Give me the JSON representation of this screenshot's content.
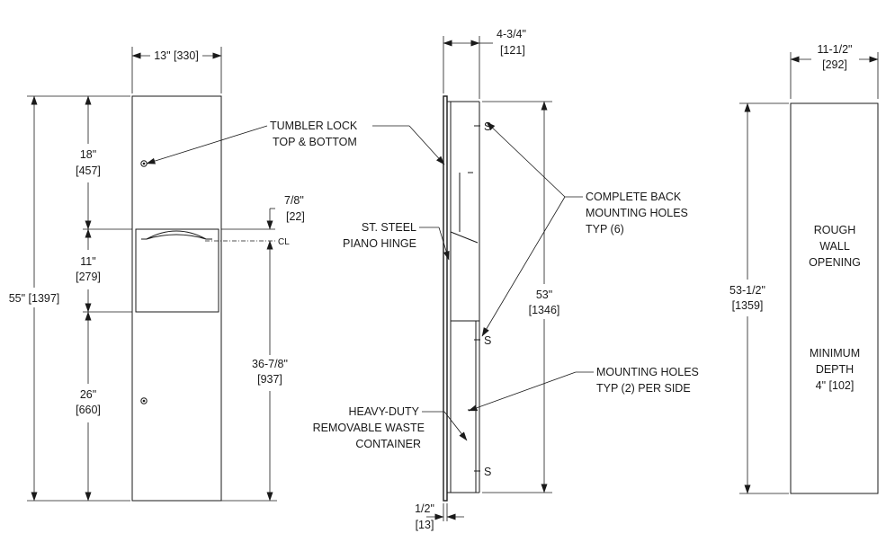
{
  "front_view": {
    "width_dim": "13\" [330]",
    "overall_height_dim": "55\" [1397]",
    "top_dim": [
      "18\"",
      "[457]"
    ],
    "mid_dim": [
      "11\"",
      "[279]"
    ],
    "bottom_dim": [
      "26\"",
      "[660]"
    ],
    "offset_dim": [
      "7/8\"",
      "[22]"
    ],
    "center_dim": [
      "36-7/8\"",
      "[937]"
    ],
    "centerline_mark": "CL"
  },
  "side_view": {
    "depth_dim": [
      "4-3/4\"",
      "[121]"
    ],
    "height_dim": [
      "53\"",
      "[1346]"
    ],
    "flange_dim": [
      "1/2\"",
      "[13]"
    ],
    "screw_labels": [
      "S",
      "S",
      "S"
    ]
  },
  "callouts": {
    "tumbler_lock": [
      "TUMBLER LOCK",
      "TOP & BOTTOM"
    ],
    "piano_hinge": [
      "ST. STEEL",
      "PIANO HINGE"
    ],
    "back_holes": [
      "COMPLETE BACK",
      "MOUNTING HOLES",
      "TYP (6)"
    ],
    "side_holes": [
      "MOUNTING HOLES",
      "TYP (2) PER SIDE"
    ],
    "waste_container": [
      "HEAVY-DUTY",
      "REMOVABLE WASTE",
      "CONTAINER"
    ]
  },
  "rough_opening": {
    "width_dim": [
      "11-1/2\"",
      "[292]"
    ],
    "height_dim": [
      "53-1/2\"",
      "[1359]"
    ],
    "label": [
      "ROUGH",
      "WALL",
      "OPENING"
    ],
    "depth_label": [
      "MINIMUM",
      "DEPTH",
      "4\" [102]"
    ]
  }
}
